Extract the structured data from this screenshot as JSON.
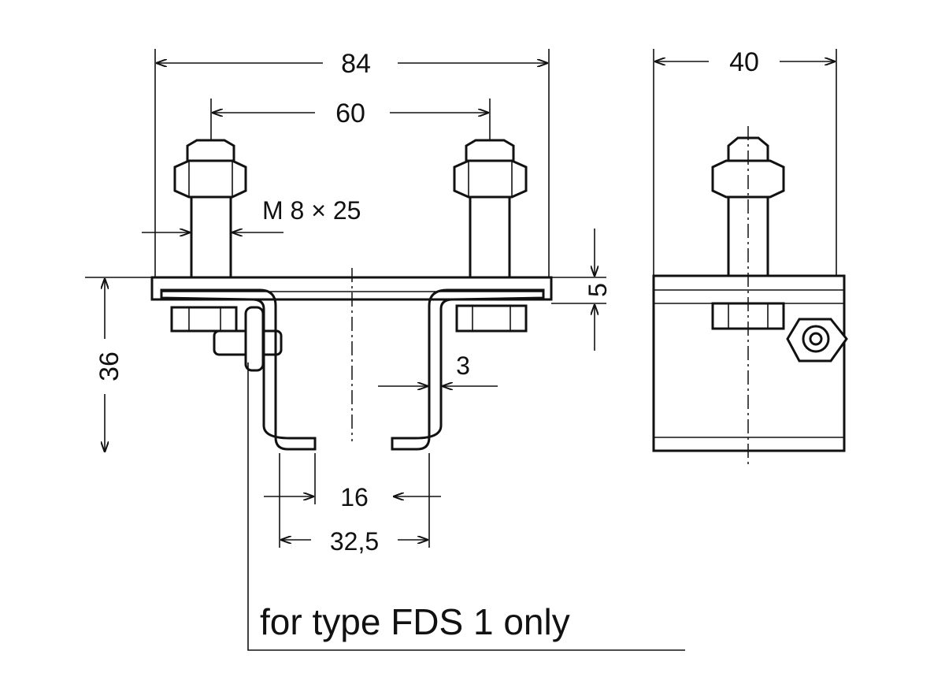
{
  "dimensions": {
    "overall_width": "84",
    "bolt_spacing": "60",
    "side_width": "40",
    "bolt_size": "M 8 × 25",
    "height": "36",
    "plate_thickness": "5",
    "wall_thickness": "3",
    "slot_width": "16",
    "bracket_width": "32,5"
  },
  "note": "for type FDS 1 only"
}
